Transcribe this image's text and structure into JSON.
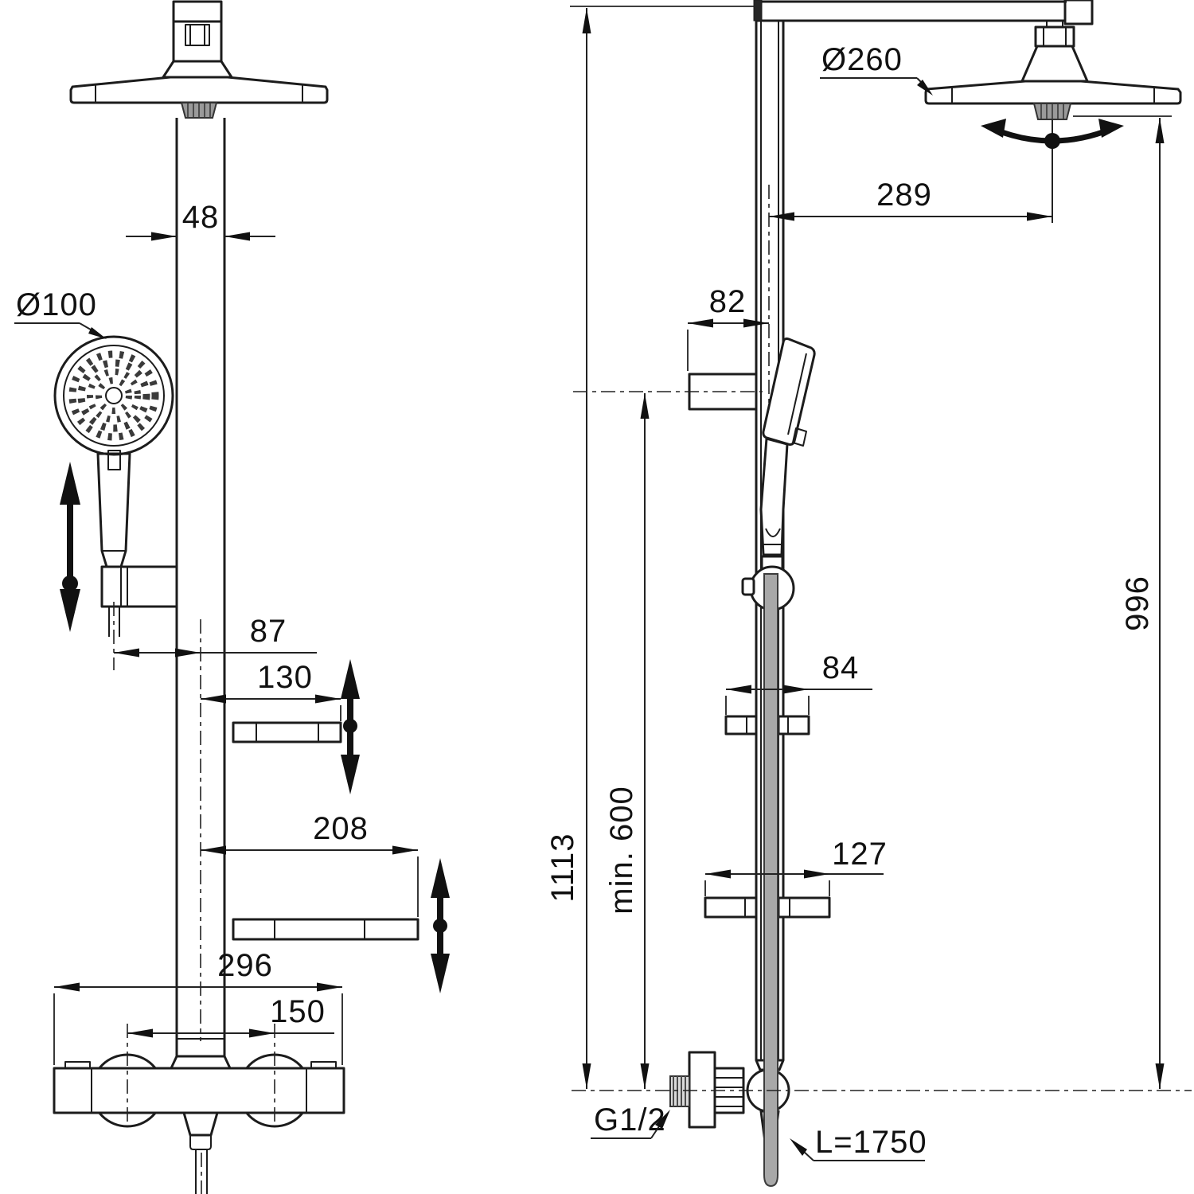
{
  "front_view": {
    "dims": {
      "column_width": "48",
      "hand_shower_diameter": "Ø100",
      "hose_to_column_center": "87",
      "upper_shelf_reach": "130",
      "lower_shelf_reach": "208",
      "mixer_width": "296",
      "connection_spacing": "150"
    }
  },
  "side_view": {
    "dims": {
      "head_shower_diameter": "Ø260",
      "head_shower_reach": "289",
      "wall_bracket_depth": "82",
      "overall_height": "1113",
      "head_face_height": "996",
      "min_mounting_height": "min. 600",
      "upper_shelf_depth": "84",
      "lower_shelf_depth": "127",
      "inlet_thread": "G1/2",
      "hose_length": "L=1750"
    }
  }
}
